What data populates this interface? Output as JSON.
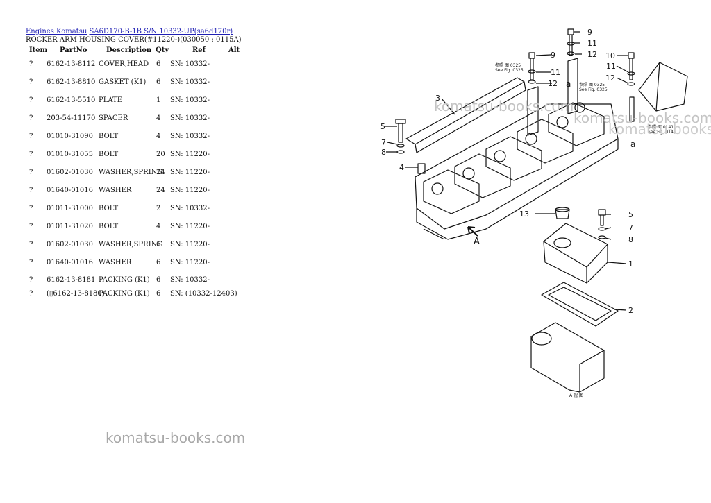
{
  "breadcrumb": {
    "link1": "Engines Komatsu",
    "link2": "SA6D170-B-1B S/N 10332-UP(sa6d170r)"
  },
  "subtitle": "ROCKER ARM HOUSING COVER(#11220-)(030050 : 0115A)",
  "table": {
    "headers": {
      "item": "Item",
      "partno": "PartNo",
      "description": "Description",
      "qty": "Qty",
      "ref": "Ref",
      "alt": "Alt"
    },
    "rows": [
      {
        "item": "?",
        "partno": "6162-13-8112",
        "description": "COVER,HEAD",
        "qty": "6",
        "ref": "SN: 10332-"
      },
      {
        "item": "?",
        "partno": "6162-13-8810",
        "description": "GASKET (K1)",
        "qty": "6",
        "ref": "SN: 10332-"
      },
      {
        "item": "?",
        "partno": "6162-13-5510",
        "description": "PLATE",
        "qty": "1",
        "ref": "SN: 10332-"
      },
      {
        "item": "?",
        "partno": "203-54-11170",
        "description": "SPACER",
        "qty": "4",
        "ref": "SN: 10332-"
      },
      {
        "item": "?",
        "partno": "01010-31090",
        "description": "BOLT",
        "qty": "4",
        "ref": "SN: 10332-"
      },
      {
        "item": "?",
        "partno": "01010-31055",
        "description": "BOLT",
        "qty": "20",
        "ref": "SN: 11220-"
      },
      {
        "item": "?",
        "partno": "01602-01030",
        "description": "WASHER,SPRING",
        "qty": "24",
        "ref": "SN: 11220-"
      },
      {
        "item": "?",
        "partno": "01640-01016",
        "description": "WASHER",
        "qty": "24",
        "ref": "SN: 11220-"
      },
      {
        "item": "?",
        "partno": "01011-31000",
        "description": "BOLT",
        "qty": "2",
        "ref": "SN: 10332-"
      },
      {
        "item": "?",
        "partno": "01011-31020",
        "description": "BOLT",
        "qty": "4",
        "ref": "SN: 11220-"
      },
      {
        "item": "?",
        "partno": "01602-01030",
        "description": "WASHER,SPRING",
        "qty": "6",
        "ref": "SN: 11220-"
      },
      {
        "item": "?",
        "partno": "01640-01016",
        "description": "WASHER",
        "qty": "6",
        "ref": "SN: 11220-"
      },
      {
        "item": "?",
        "partno": "6162-13-8181",
        "description": "PACKING (K1)",
        "qty": "6",
        "ref": "SN: 10332-"
      },
      {
        "item": "?",
        "partno": "(▯6162-13-8180)",
        "description": "PACKING (K1)",
        "qty": "6",
        "ref": "SN: (10332-12403)"
      }
    ]
  },
  "watermark": "komatsu-books.com",
  "diagram": {
    "callouts": [
      "1",
      "2",
      "3",
      "4",
      "5",
      "7",
      "8",
      "9",
      "11",
      "12",
      "13",
      "9",
      "11",
      "12",
      "10",
      "11",
      "12",
      "5",
      "7",
      "8"
    ],
    "view_marks": {
      "a": "a",
      "A": "A",
      "view": "A 视 图"
    },
    "notes": {
      "fig0325a_line1": "参照 图 0325",
      "fig0325a_line2": "See Fig. 0325",
      "fig0325b_line1": "参照 图 0325",
      "fig0325b_line2": "See Fig. 0325",
      "fig0141_line1": "参照 图 0141",
      "fig0141_line2": "See Fig. 0141"
    }
  }
}
